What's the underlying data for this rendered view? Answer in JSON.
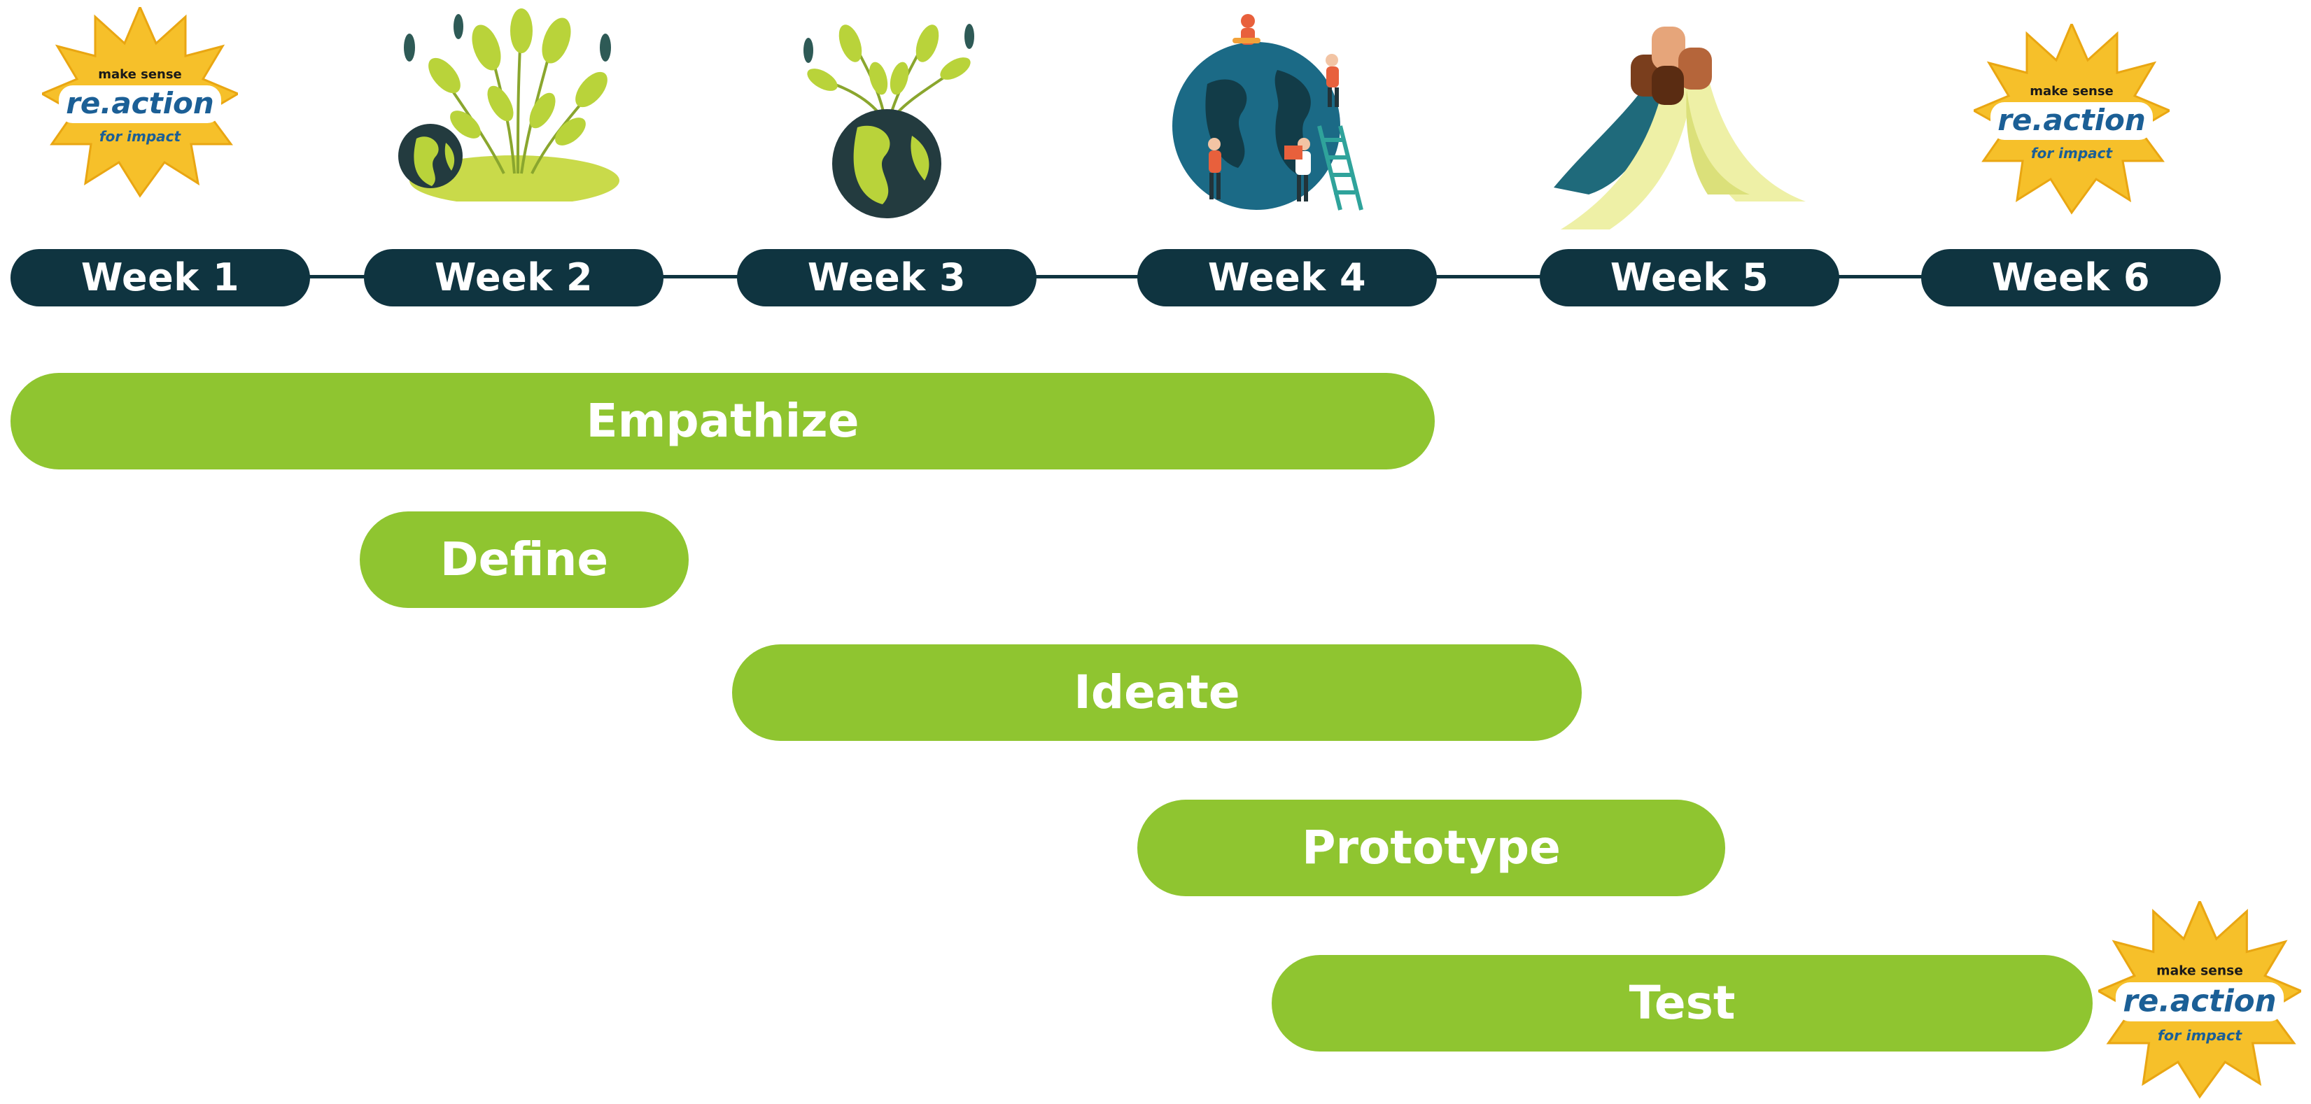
{
  "timeline": {
    "weeks": [
      {
        "label": "Week 1"
      },
      {
        "label": "Week 2"
      },
      {
        "label": "Week 3"
      },
      {
        "label": "Week 4"
      },
      {
        "label": "Week 5"
      },
      {
        "label": "Week 6"
      }
    ]
  },
  "phases": [
    {
      "label": "Empathize"
    },
    {
      "label": "Define"
    },
    {
      "label": "Ideate"
    },
    {
      "label": "Prototype"
    },
    {
      "label": "Test"
    }
  ],
  "logo": {
    "line1": "make sense",
    "line2": "re.action",
    "line3": "for impact"
  },
  "colors": {
    "week_pill": "#0f3440",
    "phase_pill": "#8fc530",
    "starburst": "#f6c02a",
    "earth_water": "#1b6a86",
    "earth_land": "#233b3f",
    "leaves": "#b9d33a"
  },
  "icons": [
    "reaction-logo-starburst",
    "plants-earth-illustration",
    "earth-sprouting-illustration",
    "people-on-globe-illustration",
    "raised-fists-illustration"
  ]
}
